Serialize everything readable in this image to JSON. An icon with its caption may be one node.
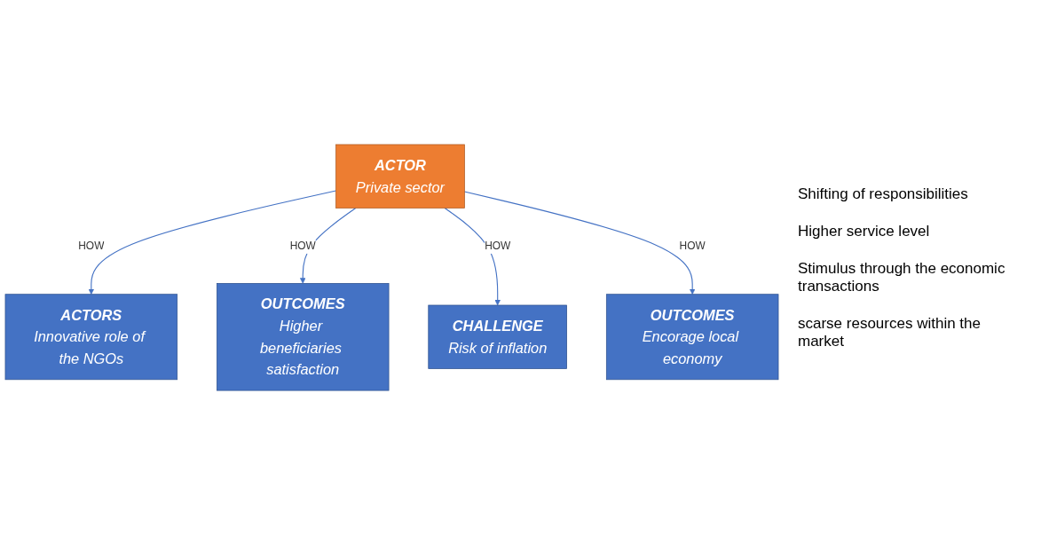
{
  "diagram": {
    "nodes": [
      {
        "text": [
          "ACTORS",
          "Innovative role of the NGOs"
        ]
      },
      {
        "text": [
          "OUTCOMES",
          "Higher beneficiaries satisfaction"
        ]
      },
      {
        "text": [
          "ACTOR",
          "Private sector"
        ]
      },
      {
        "text": [
          "CHALLENGE",
          "Risk of inflation"
        ]
      },
      {
        "text": [
          "OUTCOMES",
          "Encorage local economy"
        ]
      }
    ],
    "edges": [
      {
        "from": 2,
        "to": 0,
        "arrow": "to",
        "label": "HOW"
      },
      {
        "from": 2,
        "to": 1,
        "arrow": "to",
        "label": "HOW"
      },
      {
        "from": 2,
        "to": 3,
        "arrow": "to",
        "label": "HOW"
      },
      {
        "from": 2,
        "to": 4,
        "arrow": "to",
        "label": "HOW"
      }
    ],
    "labels": [
      "Shifting of responsibilities",
      "Higher service level",
      "Stimulus through the economic transactions",
      "scarse resources within the market"
    ]
  }
}
